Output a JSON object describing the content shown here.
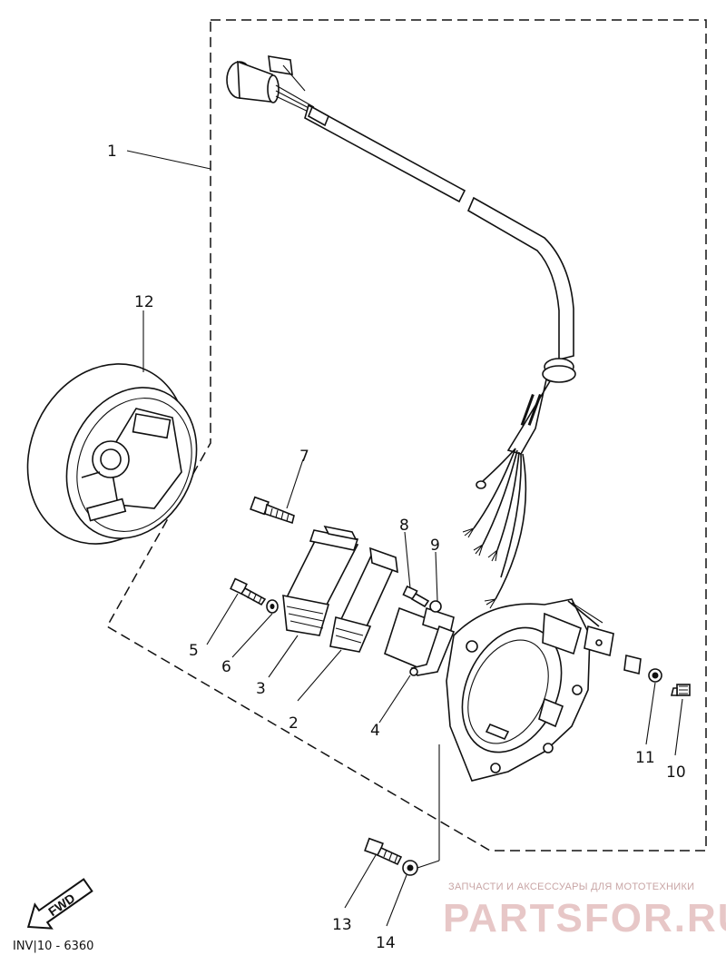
{
  "callouts": [
    {
      "id": "1",
      "label": "1"
    },
    {
      "id": "2",
      "label": "2"
    },
    {
      "id": "3",
      "label": "3"
    },
    {
      "id": "4",
      "label": "4"
    },
    {
      "id": "5",
      "label": "5"
    },
    {
      "id": "6",
      "label": "6"
    },
    {
      "id": "7",
      "label": "7"
    },
    {
      "id": "8",
      "label": "8"
    },
    {
      "id": "9",
      "label": "9"
    },
    {
      "id": "10",
      "label": "10"
    },
    {
      "id": "11",
      "label": "11"
    },
    {
      "id": "12",
      "label": "12"
    },
    {
      "id": "13",
      "label": "13"
    },
    {
      "id": "14",
      "label": "14"
    }
  ],
  "direction_badge": "FWD",
  "diagram_code": "INV|10 - 6360",
  "watermark": {
    "tagline": "ЗАПЧАСТИ И АКСЕССУАРЫ ДЛЯ МОТОТЕХНИКИ",
    "logo": "PARTSFOR.RU"
  }
}
